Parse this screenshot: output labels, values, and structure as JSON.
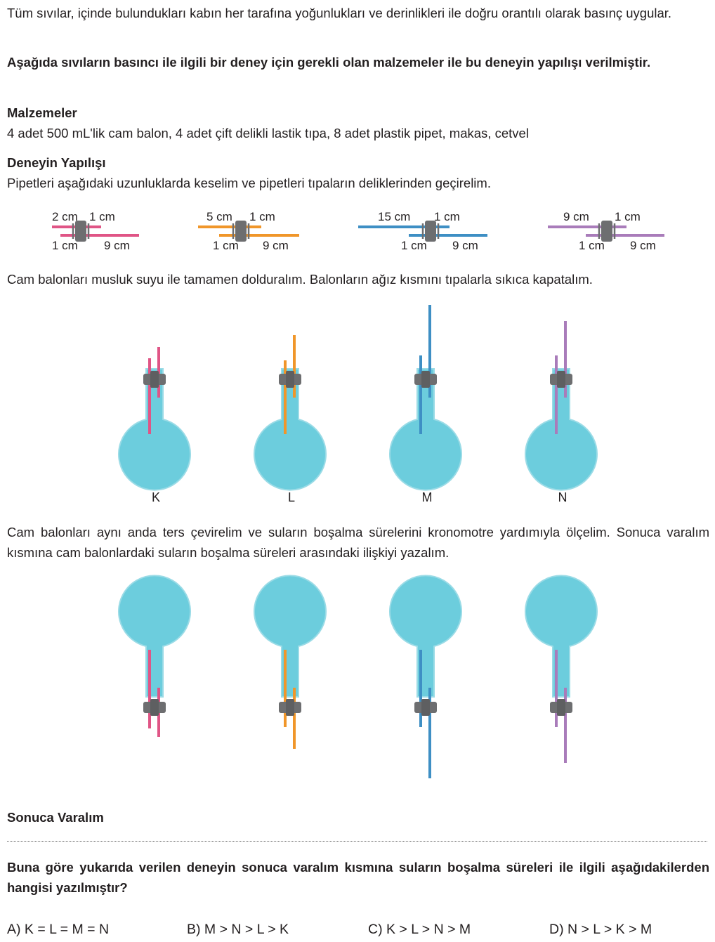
{
  "intro": "Tüm sıvılar, içinde bulundukları kabın her tarafına yoğunlukları ve derinlikleri ile doğru orantılı olarak basınç uygular.",
  "setup": "Aşağıda sıvıların basıncı ile ilgili bir deney için gerekli olan malzemeler ile bu deneyin yapılışı verilmiştir.",
  "materials_title": "Malzemeler",
  "materials_text": "4 adet 500 mL'lik cam balon, 4 adet çift delikli lastik tıpa, 8 adet plastik pipet, makas, cetvel",
  "procedure_title": "Deneyin Yapılışı",
  "procedure_text": "Pipetleri aşağıdaki uzunluklarda keselim ve pipetleri tıpaların deliklerinden geçirelim.",
  "pipettes": [
    {
      "color": "#e05586",
      "top_left": "2 cm",
      "top_right": "1 cm",
      "bottom_left": "1 cm",
      "bottom_right": "9 cm"
    },
    {
      "color": "#f0962a",
      "top_left": "5 cm",
      "top_right": "1 cm",
      "bottom_left": "1 cm",
      "bottom_right": "9 cm"
    },
    {
      "color": "#3e8fc4",
      "top_left": "15 cm",
      "top_right": "1 cm",
      "bottom_left": "1 cm",
      "bottom_right": "9 cm"
    },
    {
      "color": "#a97cba",
      "top_left": "9 cm",
      "top_right": "1 cm",
      "bottom_left": "1 cm",
      "bottom_right": "9 cm"
    }
  ],
  "fill_text": "Cam balonları musluk suyu ile tamamen dolduralım. Balonların ağız kısmını tıpalarla sıkıca kapatalım.",
  "flask_labels": [
    "K",
    "L",
    "M",
    "N"
  ],
  "invert_text": "Cam balonları aynı anda ters çevirelim ve suların boşalma sürelerini kronomotre yardımıyla ölçelim. Sonuca varalım kısmına cam balonlardaki suların boşalma süreleri arasındaki ilişkiyi yazalım.",
  "conclusion_title": "Sonuca Varalım",
  "question": "Buna göre yukarıda verilen deneyin sonuca varalım kısmına suların boşalma süreleri ile ilgili aşağıdakilerden hangisi yazılmıştır?",
  "answers": [
    "A) K = L = M = N",
    "B) M > N > L > K",
    "C) K > L > N > M",
    "D) N > L > K > M"
  ],
  "colors": {
    "water": "#6ccddd",
    "water_edge": "#9adbe6",
    "stopper": "#6d6e70"
  }
}
